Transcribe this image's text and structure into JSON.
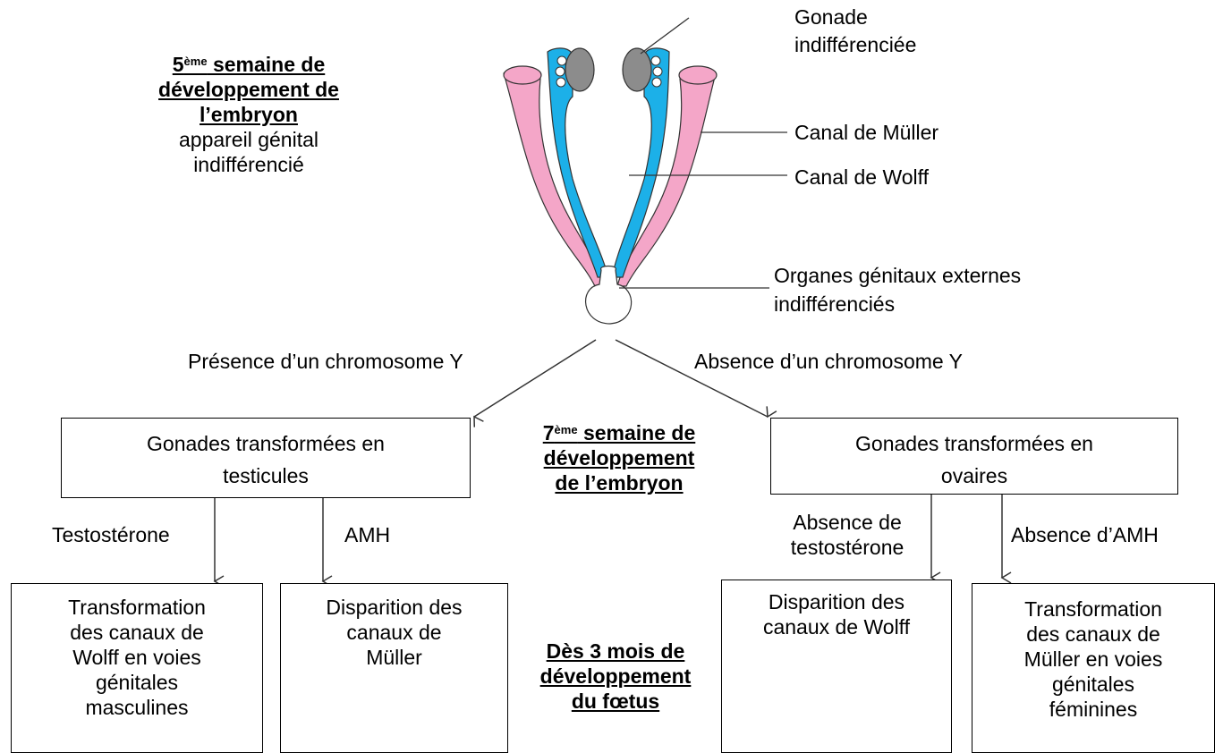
{
  "title_5": {
    "sup": "ème",
    "line1_num": "5",
    "line1_rest": " semaine de",
    "line2": "développement de",
    "line3": "l’embryon",
    "line4": "appareil génital",
    "line5": "indifférencié"
  },
  "labels": {
    "gonade_1": "Gonade",
    "gonade_2": "indifférenciée",
    "muller": "Canal de Müller",
    "wolff": "Canal de Wolff",
    "oge_1": "Organes génitaux externes",
    "oge_2": "indifférenciés"
  },
  "branches": {
    "presence": "Présence d’un chromosome Y",
    "absence": "Absence d’un chromosome Y"
  },
  "title_7": {
    "num": "7",
    "sup": "ème",
    "line1_rest": " semaine de",
    "line2": "développement",
    "line3": "de l’embryon"
  },
  "boxes": {
    "testicules_1": "Gonades transformées en",
    "testicules_2": "testicules",
    "ovaires_1": "Gonades transformées en",
    "ovaires_2": "ovaires"
  },
  "arrows": {
    "testosterone": "Testostérone",
    "amh": "AMH",
    "abs_testo_1": "Absence de",
    "abs_testo_2": "testostérone",
    "abs_amh": "Absence d’AMH"
  },
  "title_3m": {
    "line1": "Dès 3 mois de",
    "line2": "développement",
    "line3": "du fœtus"
  },
  "outcomes": {
    "o1": [
      "Transformation",
      "des canaux de",
      "Wolff en voies",
      "génitales",
      "masculines"
    ],
    "o2": [
      "Disparition des",
      "canaux de",
      "Müller"
    ],
    "o3": [
      "Disparition des",
      "canaux de Wolff"
    ],
    "o4": [
      "Transformation",
      "des canaux de",
      "Müller en voies",
      "génitales",
      "féminines"
    ]
  },
  "colors": {
    "muller_pink": "#f4a6c8",
    "wolff_blue": "#1cb0e8",
    "gonad_gray": "#8c8c8c"
  }
}
